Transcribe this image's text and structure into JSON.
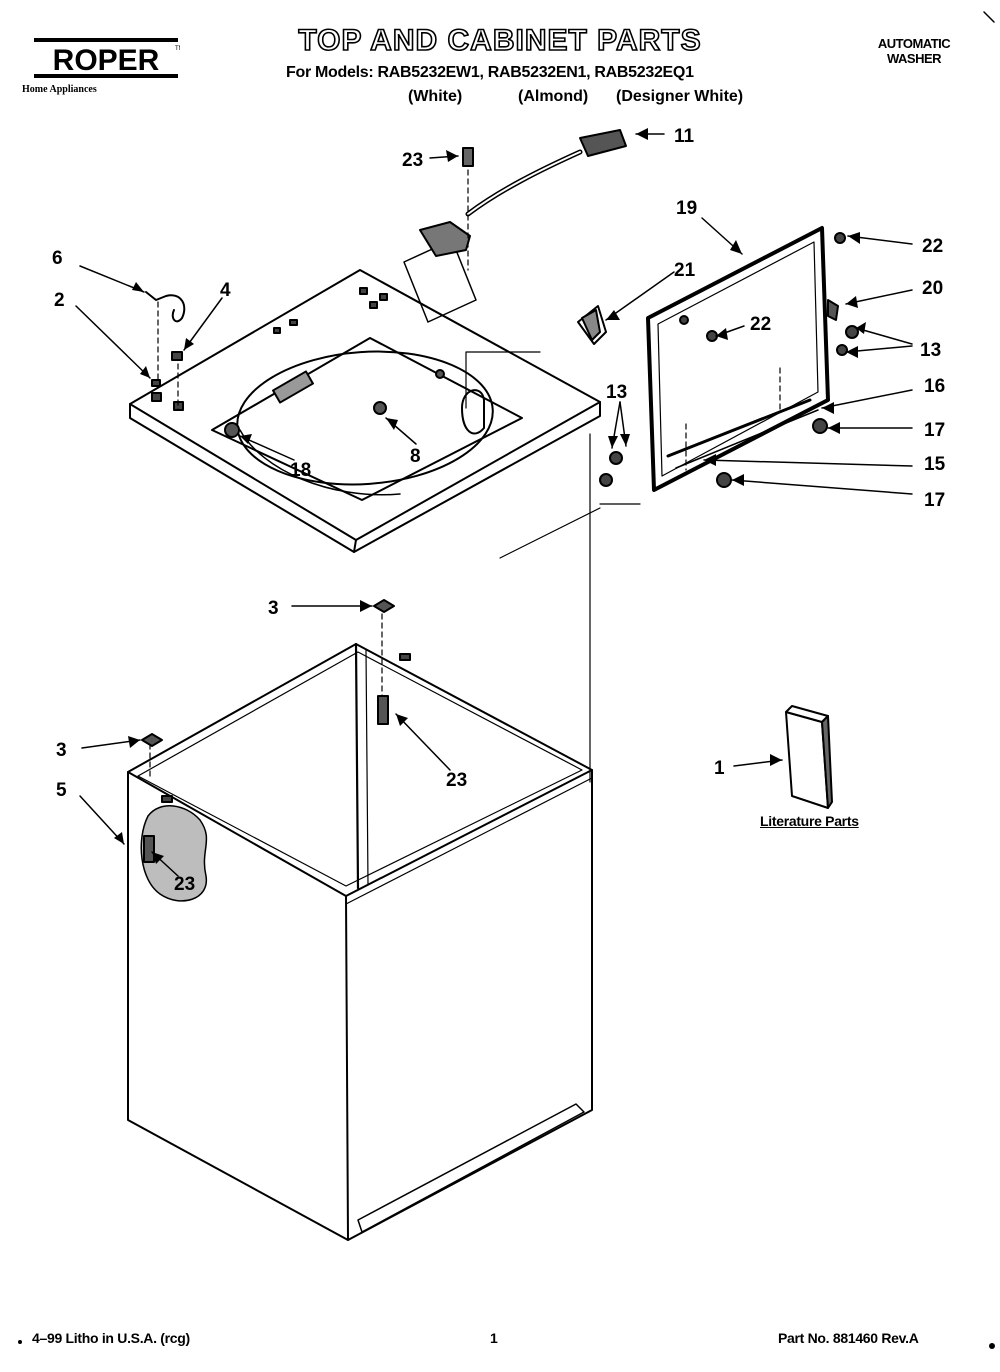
{
  "header": {
    "brand": "ROPER",
    "brand_tagline": "Home Appliances",
    "title": "TOP AND CABINET PARTS",
    "models_line": "For Models: RAB5232EW1, RAB5232EN1, RAB5232EQ1",
    "colors": [
      "(White)",
      "(Almond)",
      "(Designer White)"
    ],
    "product_type": [
      "AUTOMATIC",
      "WASHER"
    ]
  },
  "callouts": [
    "1",
    "2",
    "3",
    "3",
    "4",
    "5",
    "6",
    "8",
    "11",
    "13",
    "13",
    "15",
    "16",
    "17",
    "17",
    "18",
    "19",
    "20",
    "21",
    "22",
    "22",
    "23",
    "23",
    "23"
  ],
  "literature_label": "Literature Parts",
  "footer": {
    "left": "4–99 Litho in U.S.A. (rcg)",
    "page": "1",
    "part_no": "Part No. 881460 Rev.A"
  }
}
